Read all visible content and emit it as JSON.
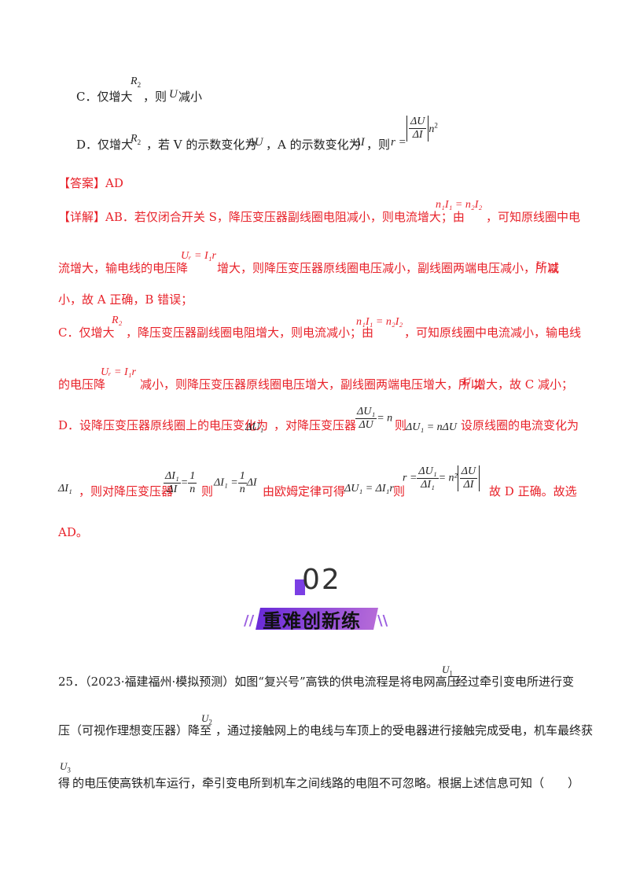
{
  "optC": {
    "text_a": "C．仅增大",
    "var": "R",
    "sub": "2",
    "text_b": "，则",
    "u": "U",
    "text_c": "减小"
  },
  "optD": {
    "text_a": "D．仅增大",
    "var": "R",
    "sub": "2",
    "text_b": "，若 V 的示数变化为",
    "du": "ΔU",
    "text_c": "，A 的示数变化为",
    "di": "ΔI",
    "text_d": "，则",
    "formula_lhs": "r =",
    "num": "ΔU",
    "den": "ΔI",
    "n2": "n"
  },
  "answer": {
    "label": "【答案】AD"
  },
  "detail": {
    "p1_a": "【详解】AB．若仅闭合开关 S，降压变压器副线圈电阻减小，则电流增大；由",
    "p1_formula": "n₁I₁ = n₂I₂",
    "p1_b": "，可知原线圈中电",
    "p2_a": "流增大，输电线的电压降",
    "p2_formula": "Uᵣ = I₁r",
    "p2_b": "增大，则降压变压器原线圈电压减小，副线圈两端电压减小，所以",
    "p2_u": "U",
    "p2_c": "减",
    "p3": "小，故 A 正确，B 错误；",
    "p4_a": "C．仅增大",
    "p4_var": "R₂",
    "p4_b": "，降压变压器副线圈电阻增大，则电流减小；由",
    "p4_formula": "n₁I₁ = n₂I₂",
    "p4_c": "，可知原线圈中电流减小，输电线",
    "p5_a": "的电压降",
    "p5_formula": "Uᵣ = I₁r",
    "p5_b": "减小，则降压变压器原线圈电压增大，副线圈两端电压增大，所以",
    "p5_u": "U",
    "p5_c": "增大，故 C 减小；",
    "p6_a": "D．设降压变压器原线圈上的电压变化为",
    "p6_du1": "ΔU₁",
    "p6_b": "，对降压变压器",
    "p6_num": "ΔU₁",
    "p6_den": "ΔU",
    "p6_eq": "= n",
    "p6_c": "则",
    "p6_formula": "ΔU₁ = nΔU",
    "p6_d": "设原线圈的电流变化为",
    "p7_di1": "ΔI₁",
    "p7_a": "，则对降压变压器",
    "p7_num": "ΔI₁",
    "p7_den": "ΔI",
    "p7_eq": "=",
    "p7_fnum": "1",
    "p7_fden": "n",
    "p7_b": "则",
    "p7_f2": "ΔI₁ =",
    "p7_f2num": "1",
    "p7_f2den": "n",
    "p7_f2c": "ΔI",
    "p7_c": "由欧姆定律可得",
    "p7_f3": "ΔU₁ = ΔI₁r",
    "p7_d": "则",
    "p7_r": "r =",
    "p7_rnum": "ΔU₁",
    "p7_rden": "ΔI₁",
    "p7_eq2": "= n²",
    "p7_absnum": "ΔU",
    "p7_absden": "ΔI",
    "p7_e": "故 D 正确。故选",
    "p8": "AD。"
  },
  "section": {
    "number": "02",
    "title": "重难创新练",
    "slash_left": "//",
    "slash_right": "\\\\"
  },
  "question": {
    "l1_a": "25．（2023·福建福州·模拟预测）如图“复兴号”高铁的供电流程是将电网高压",
    "l1_var": "U",
    "l1_sub": "1",
    "l1_b": "经过牵引变电所进行变",
    "l2_a": "压（可视作理想变压器）降至",
    "l2_var": "U",
    "l2_sub": "2",
    "l2_b": "，通过接触网上的电线与车顶上的受电器进行接触完成受电，机车最终获",
    "l3_a": "得",
    "l3_var": "U",
    "l3_sub": "3",
    "l3_b": "的电压使高铁机车运行，牵引变电所到机车之间线路的电阻不可忽略。根据上述信息可知（　　）"
  }
}
